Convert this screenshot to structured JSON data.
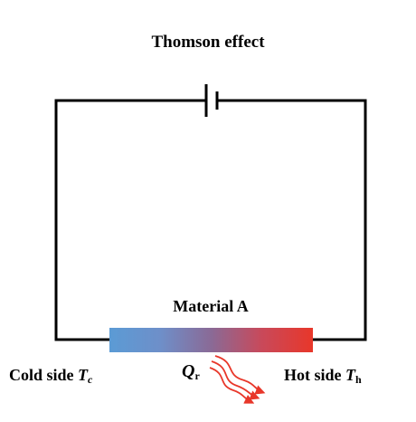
{
  "title": "Thomson effect",
  "material_label": "Material A",
  "cold_side": {
    "prefix": "Cold side ",
    "symbol": "T",
    "subscript": "c"
  },
  "hot_side": {
    "prefix": "Hot side ",
    "symbol": "T",
    "subscript": "h"
  },
  "heat": {
    "symbol": "Q",
    "subscript": "r"
  },
  "colors": {
    "wire": "#000000",
    "cold": "#5b9bd5",
    "hot": "#e8372a",
    "heat_arrow": "#e8372a"
  }
}
